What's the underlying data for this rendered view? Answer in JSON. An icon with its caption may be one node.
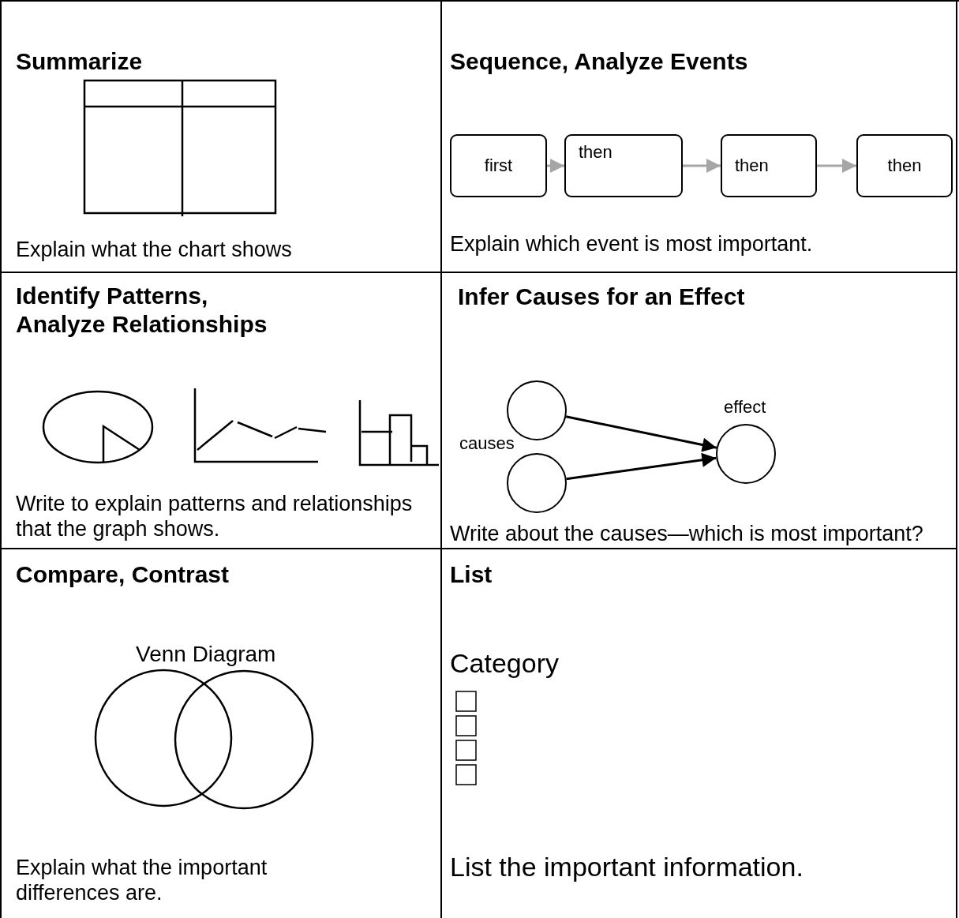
{
  "diagram": {
    "nodes": [
      {
        "text": [
          "first"
        ]
      },
      {
        "text": [
          "then"
        ]
      },
      {
        "text": [
          "then"
        ]
      },
      {
        "text": [
          "then"
        ]
      },
      {
        "text": [],
        "shape": "circle"
      },
      {
        "text": [],
        "shape": "circle"
      },
      {
        "text": [],
        "shape": "circle",
        "beside": [
          "effect"
        ]
      }
    ],
    "edges": [
      {
        "from": 0,
        "to": 1,
        "arrow": "to",
        "color": "#a6a6a6"
      },
      {
        "from": 1,
        "to": 2,
        "arrow": "to",
        "color": "#a6a6a6"
      },
      {
        "from": 2,
        "to": 3,
        "arrow": "to",
        "color": "#a6a6a6"
      },
      {
        "from": 4,
        "to": 6,
        "arrow": "to",
        "color": "#000000"
      },
      {
        "from": 5,
        "to": 6,
        "arrow": "to",
        "color": "#000000"
      }
    ],
    "labels": [
      "Summarize",
      "Explain what the chart shows",
      "Sequence, Analyze Events",
      "Explain which event is most important.",
      "Identify Patterns, Analyze Relationships",
      "Write to explain patterns and relationships that the graph shows.",
      "Infer Causes for an Effect",
      "causes",
      "Write about the causes—which is most important?",
      "Compare, Contrast",
      "Venn Diagram",
      "Explain what the important differences are.",
      "List",
      "Category",
      "List the important information."
    ]
  }
}
